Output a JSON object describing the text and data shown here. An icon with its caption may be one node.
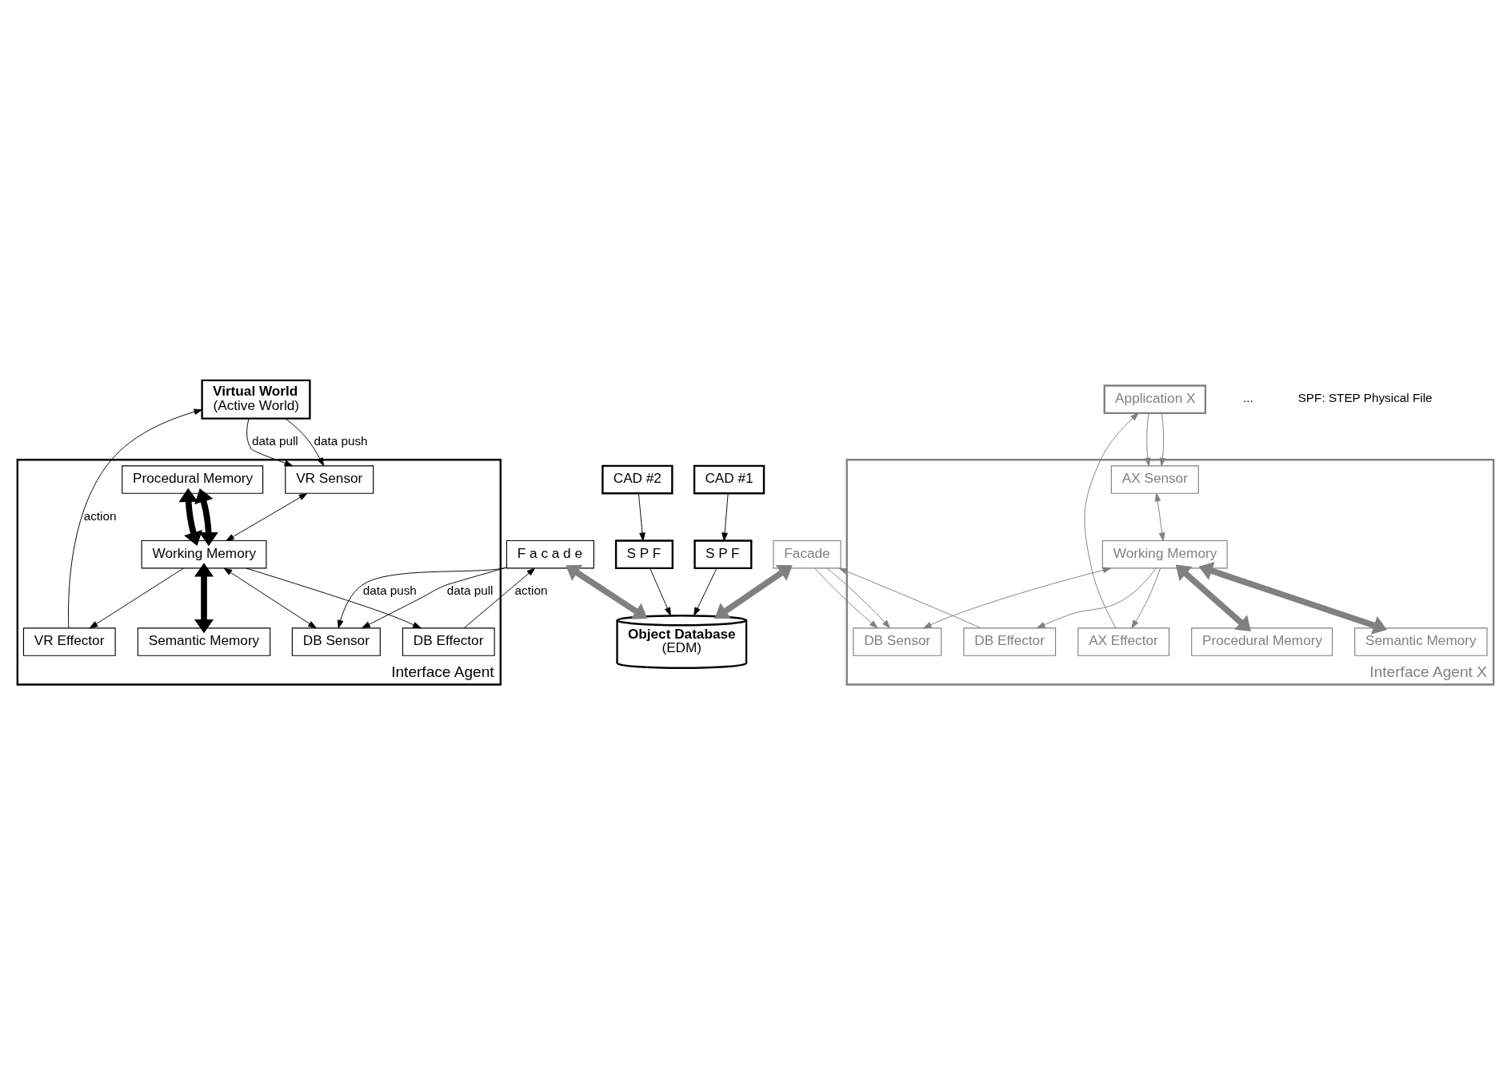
{
  "diagram": {
    "nodes": [
      {
        "text": [
          "Virtual World",
          "(Active World)"
        ]
      },
      {
        "text": [
          "Interface Agent"
        ]
      },
      {
        "text": [
          "VR Sensor"
        ],
        "in": 1
      },
      {
        "text": [
          "VR Effector"
        ],
        "in": 1
      },
      {
        "text": [
          "Procedural Memory"
        ],
        "in": 1
      },
      {
        "text": [
          "Working Memory"
        ],
        "in": 1
      },
      {
        "text": [
          "Semantic Memory"
        ],
        "in": 1
      },
      {
        "text": [
          "DB Sensor"
        ],
        "in": 1
      },
      {
        "text": [
          "DB Effector"
        ],
        "in": 1
      },
      {
        "text": [
          "F a c a d e"
        ]
      },
      {
        "text": [
          "Object Database",
          "(EDM)"
        ]
      },
      {
        "text": [
          "Interface Agent X"
        ]
      },
      {
        "text": [
          "AX Sensor"
        ],
        "in": 11
      },
      {
        "text": [
          "AX Effector"
        ],
        "in": 11
      },
      {
        "text": [
          "Working Memory"
        ],
        "in": 11
      },
      {
        "text": [
          "Procedural Memory"
        ],
        "in": 11
      },
      {
        "text": [
          "Semantic Memory"
        ],
        "in": 11
      },
      {
        "text": [
          "DB Sensor"
        ],
        "in": 11
      },
      {
        "text": [
          "DB Effector"
        ],
        "in": 11
      },
      {
        "text": [
          "Application X"
        ]
      },
      {
        "text": [
          "Facade"
        ]
      },
      {
        "text": [
          "S P F"
        ]
      },
      {
        "text": [
          "S P F"
        ]
      },
      {
        "text": [
          "CAD #1"
        ]
      },
      {
        "text": [
          "CAD #2"
        ]
      }
    ],
    "edges": [
      {
        "from": 0,
        "to": 2,
        "arrow": "to",
        "label": "data push"
      },
      {
        "from": 0,
        "to": 2,
        "arrow": "to",
        "label": "data pull"
      },
      {
        "from": 3,
        "to": 0,
        "arrow": "to",
        "label": "action"
      },
      {
        "from": 2,
        "to": 5,
        "arrow": "both"
      },
      {
        "from": 5,
        "to": 3,
        "arrow": "to"
      },
      {
        "from": 4,
        "to": 5,
        "arrow": "both",
        "style": "thick"
      },
      {
        "from": 4,
        "to": 5,
        "arrow": "both",
        "style": "thick"
      },
      {
        "from": 5,
        "to": 6,
        "arrow": "both",
        "style": "thick"
      },
      {
        "from": 5,
        "to": 7,
        "arrow": "both"
      },
      {
        "from": 5,
        "to": 8,
        "arrow": "to"
      },
      {
        "from": 9,
        "to": 7,
        "arrow": "to",
        "label": "data push"
      },
      {
        "from": 9,
        "to": 7,
        "arrow": "to",
        "label": "data pull"
      },
      {
        "from": 8,
        "to": 9,
        "arrow": "to",
        "label": "action"
      },
      {
        "from": 9,
        "to": 10,
        "arrow": "both",
        "style": "thick",
        "color": "#808080"
      },
      {
        "from": 19,
        "to": 12,
        "arrow": "to",
        "color": "#808080"
      },
      {
        "from": 19,
        "to": 12,
        "arrow": "to",
        "color": "#808080"
      },
      {
        "from": 13,
        "to": 19,
        "arrow": "to",
        "color": "#808080"
      },
      {
        "from": 12,
        "to": 14,
        "arrow": "both",
        "color": "#808080"
      },
      {
        "from": 14,
        "to": 13,
        "arrow": "to",
        "color": "#808080"
      },
      {
        "from": 14,
        "to": 15,
        "arrow": "both",
        "style": "thick",
        "color": "#808080"
      },
      {
        "from": 14,
        "to": 16,
        "arrow": "both",
        "style": "thick",
        "color": "#808080"
      },
      {
        "from": 14,
        "to": 17,
        "arrow": "both",
        "color": "#808080"
      },
      {
        "from": 14,
        "to": 18,
        "arrow": "to",
        "color": "#808080"
      },
      {
        "from": 20,
        "to": 17,
        "arrow": "to",
        "color": "#808080"
      },
      {
        "from": 20,
        "to": 17,
        "arrow": "to",
        "color": "#808080"
      },
      {
        "from": 18,
        "to": 20,
        "arrow": "to",
        "color": "#808080"
      },
      {
        "from": 20,
        "to": 10,
        "arrow": "both",
        "style": "thick",
        "color": "#808080"
      },
      {
        "from": 23,
        "to": 21,
        "arrow": "to"
      },
      {
        "from": 24,
        "to": 22,
        "arrow": "to"
      },
      {
        "from": 21,
        "to": 10,
        "arrow": "to"
      },
      {
        "from": 22,
        "to": 10,
        "arrow": "to"
      }
    ],
    "labels": [
      "...",
      "SPF: STEP Physical File"
    ]
  }
}
